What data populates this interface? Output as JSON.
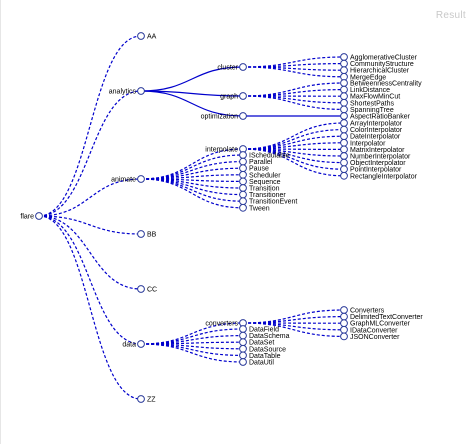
{
  "panel": {
    "result_label": "Result"
  },
  "tree": {
    "name": "flare",
    "children": [
      {
        "name": "AA"
      },
      {
        "name": "analytics",
        "children": [
          {
            "name": "cluster",
            "children": [
              {
                "name": "AgglomerativeCluster"
              },
              {
                "name": "CommunityStructure"
              },
              {
                "name": "HierarchicalCluster"
              },
              {
                "name": "MergeEdge"
              }
            ]
          },
          {
            "name": "graph",
            "children": [
              {
                "name": "BetweennessCentrality"
              },
              {
                "name": "LinkDistance"
              },
              {
                "name": "MaxFlowMinCut"
              },
              {
                "name": "ShortestPaths"
              },
              {
                "name": "SpanningTree"
              }
            ]
          },
          {
            "name": "optimization",
            "children": [
              {
                "name": "AspectRatioBanker"
              }
            ]
          }
        ]
      },
      {
        "name": "animate",
        "children": [
          {
            "name": "interpolate",
            "children": [
              {
                "name": "ArrayInterpolator"
              },
              {
                "name": "ColorInterpolator"
              },
              {
                "name": "DateInterpolator"
              },
              {
                "name": "Interpolator"
              },
              {
                "name": "MatrixInterpolator"
              },
              {
                "name": "NumberInterpolator"
              },
              {
                "name": "ObjectInterpolator"
              },
              {
                "name": "PointInterpolator"
              },
              {
                "name": "RectangleInterpolator"
              }
            ]
          },
          {
            "name": "ISchedulable"
          },
          {
            "name": "Parallel"
          },
          {
            "name": "Pause"
          },
          {
            "name": "Scheduler"
          },
          {
            "name": "Sequence"
          },
          {
            "name": "Transition"
          },
          {
            "name": "Transitioner"
          },
          {
            "name": "TransitionEvent"
          },
          {
            "name": "Tween"
          }
        ]
      },
      {
        "name": "BB"
      },
      {
        "name": "CC"
      },
      {
        "name": "data",
        "children": [
          {
            "name": "converters",
            "children": [
              {
                "name": "Converters"
              },
              {
                "name": "DelimitedTextConverter"
              },
              {
                "name": "GraphMLConverter"
              },
              {
                "name": "IDataConverter"
              },
              {
                "name": "JSONConverter"
              }
            ]
          },
          {
            "name": "DataField"
          },
          {
            "name": "DataSchema"
          },
          {
            "name": "DataSet"
          },
          {
            "name": "DataSource"
          },
          {
            "name": "DataTable"
          },
          {
            "name": "DataUtil"
          }
        ]
      },
      {
        "name": "ZZ"
      }
    ]
  }
}
